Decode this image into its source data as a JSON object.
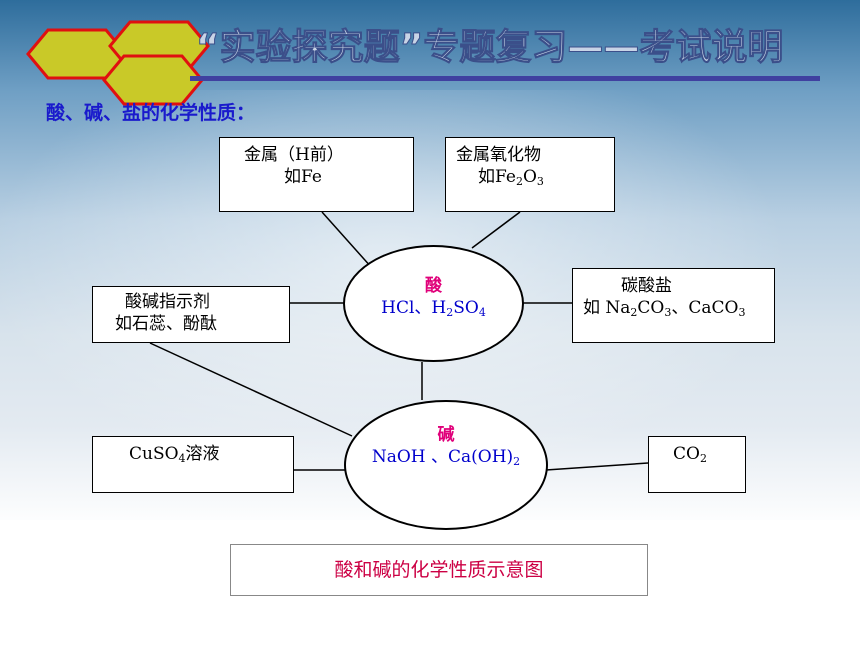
{
  "header": {
    "title": "“实验探究题”专题复习——考试说明",
    "subtitle": "酸、碱、盐的化学性质："
  },
  "diagram": {
    "acid": {
      "title": "酸",
      "body": {
        "a": "HCl、H",
        "b": "2",
        "c": "SO",
        "d": "4"
      }
    },
    "base": {
      "title": "碱",
      "body": {
        "a": "NaOH 、Ca(OH)",
        "b": "2"
      }
    },
    "metal": {
      "line1": "金属（H前）",
      "line2": "如Fe"
    },
    "metal_oxide": {
      "line1": "金属氧化物",
      "line2": {
        "a": "如Fe",
        "b": "2",
        "c": "O",
        "d": "3"
      }
    },
    "indicator": {
      "line1": "酸碱指示剂",
      "line2": "如石蕊、酚酞"
    },
    "carbonate": {
      "line1": "碳酸盐",
      "line2": {
        "a": "如 Na",
        "b": "2",
        "c": "CO",
        "d": "3",
        "e": "、CaCO",
        "f": "3"
      }
    },
    "cuso4": {
      "a": "CuSO",
      "b": "4",
      "c": "溶液"
    },
    "co2": {
      "a": "CO",
      "b": "2"
    }
  },
  "caption": "酸和碱的化学性质示意图",
  "colors": {
    "hex_fill": "#c9c928",
    "hex_stroke": "#e01010",
    "ellipse_title": "#e0007a",
    "ellipse_body": "#0000cc",
    "subtitle": "#1a1acc",
    "caption": "#cc0044"
  }
}
